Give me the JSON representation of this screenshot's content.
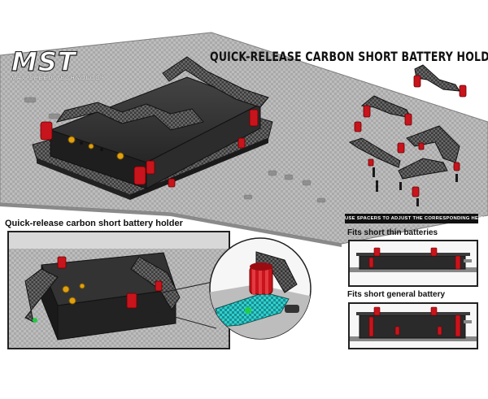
{
  "brand": {
    "logo_text": "MST",
    "logo_subtitle": "MAX SPEED TECHNOLOGY"
  },
  "title": "QUICK-RELEASE CARBON SHORT BATTERY HOLDER",
  "inset": {
    "title": "Quick-release carbon short battery holder"
  },
  "note": {
    "spacer_text": "USE SPACERS TO ADJUST THE CORRESPONDING HEIGHT"
  },
  "variants": [
    {
      "label": "Fits short thin batteries"
    },
    {
      "label": "Fits short general battery"
    }
  ],
  "colors": {
    "accent_red": "#c8141c",
    "battery_black": "#2a2a2a",
    "carbon": "#4a4a4a",
    "chassis_gray": "#b5b5b5",
    "highlight_cyan": "#22c3c3"
  }
}
